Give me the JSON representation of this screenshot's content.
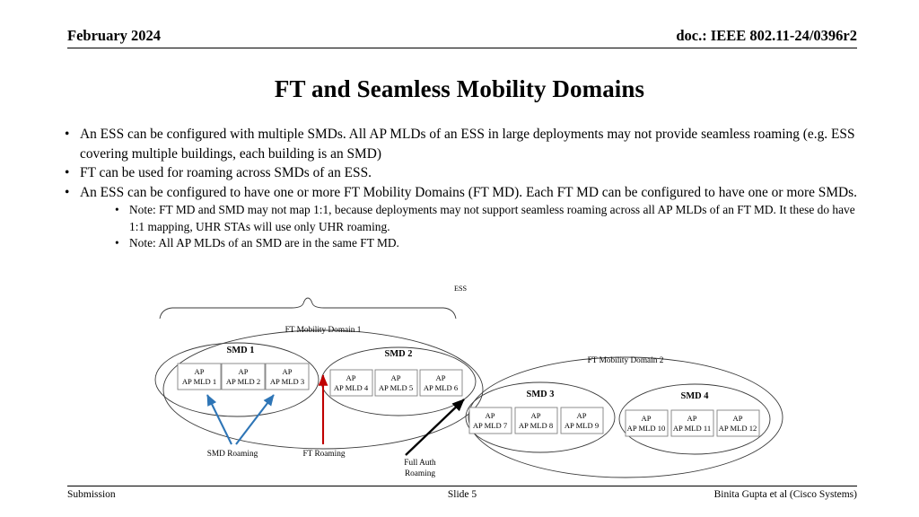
{
  "header": {
    "date": "February 2024",
    "doc": "doc.: IEEE 802.11-24/0396r2"
  },
  "title": "FT and Seamless Mobility Domains",
  "bullets": [
    {
      "level": 1,
      "marker": "•",
      "text": "An ESS can be configured with multiple SMDs. All AP MLDs of an ESS in large deployments may not provide seamless roaming (e.g. ESS covering multiple buildings, each building is an SMD)"
    },
    {
      "level": 1,
      "marker": "•",
      "text": "FT can be used for roaming across SMDs of an ESS."
    },
    {
      "level": 1,
      "marker": "•",
      "text": "An ESS can be configured to have one or more FT Mobility Domains (FT MD). Each FT MD can be configured to have one or more SMDs."
    },
    {
      "level": 2,
      "marker": "•",
      "text": "Note: FT MD and SMD may not map 1:1, because deployments may not support seamless roaming across all AP MLDs of an FT MD. It these do have 1:1 mapping, UHR STAs will use only UHR roaming."
    },
    {
      "level": 2,
      "marker": "•",
      "text": "Note: All AP MLDs of an SMD are in the same FT MD."
    }
  ],
  "diagram": {
    "ess_label": "ESS",
    "mobility_domains": [
      {
        "label": "FT Mobility Domain 1",
        "smds": [
          {
            "label": "SMD 1",
            "aps": [
              "AP MLD 1",
              "AP MLD 2",
              "AP MLD 3"
            ]
          },
          {
            "label": "SMD 2",
            "aps": [
              "AP MLD 4",
              "AP MLD 5",
              "AP MLD 6"
            ]
          }
        ]
      },
      {
        "label": "FT Mobility Domain 2",
        "smds": [
          {
            "label": "SMD 3",
            "aps": [
              "AP MLD 7",
              "AP MLD 8",
              "AP MLD 9"
            ]
          },
          {
            "label": "SMD 4",
            "aps": [
              "AP MLD 10",
              "AP MLD 11",
              "AP MLD 12"
            ]
          }
        ]
      }
    ],
    "ap_lines": {
      "line1": "AP"
    },
    "annotations": [
      {
        "label": "SMD Roaming",
        "color": "#2E75B6"
      },
      {
        "label": "FT Roaming",
        "color": "#C00000"
      },
      {
        "label": "Full Auth",
        "label2": "Roaming",
        "color": "#000000"
      }
    ]
  },
  "footer": {
    "left": "Submission",
    "center": "Slide 5",
    "right": "Binita Gupta et al (Cisco Systems)"
  }
}
